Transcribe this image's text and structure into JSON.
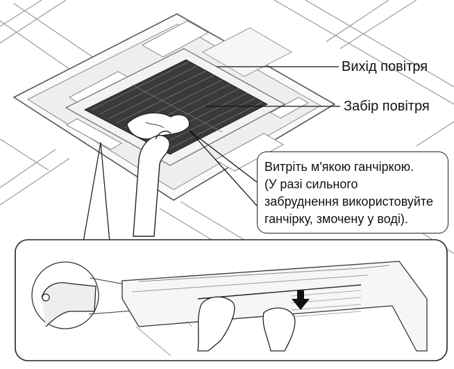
{
  "labels": {
    "air_outlet": "Вихід повітря",
    "air_intake": "Забір повітря"
  },
  "callout": {
    "lines": [
      "Витріть м'якою ганчіркою.",
      "(У разі сильного",
      "забруднення використовуйте",
      "ганчірку, змочену у воді)."
    ]
  },
  "icons": {
    "ceiling_grid": "ceiling-tile-grid",
    "cassette_unit": "ceiling-cassette-air-conditioner",
    "intake_grille": "air-intake-grille",
    "cloth": "cleaning-cloth",
    "detail_arrow": "down-arrow"
  }
}
